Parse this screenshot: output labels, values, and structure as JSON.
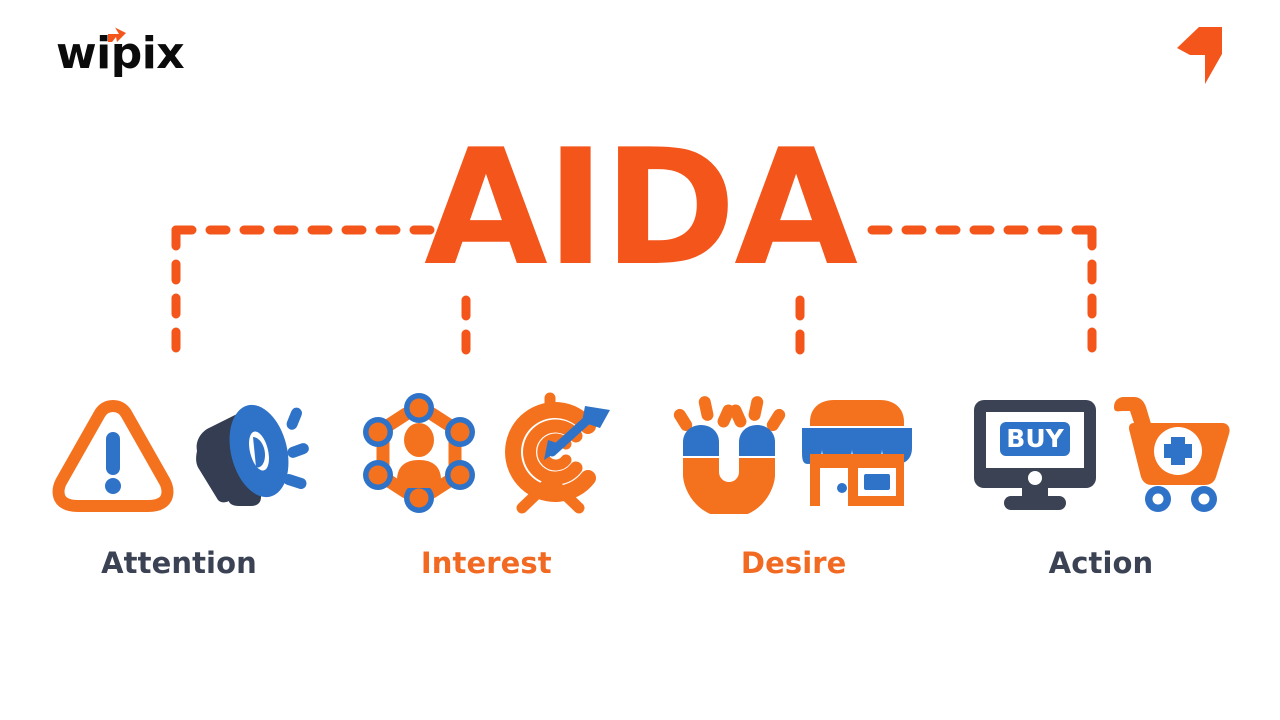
{
  "brand": {
    "wordmark": "wipix",
    "accent_color": "#f4551a",
    "wordmark_color": "#0b0b0b",
    "corner_mark_name": "wipix-arrow-mark",
    "corner_mark_color": "#f4551a"
  },
  "title": {
    "text": "AIDA",
    "color": "#f4551a"
  },
  "connectors": {
    "color": "#f4551a",
    "style": "dashed"
  },
  "theme": {
    "orange": "#f4721e",
    "orange_deep": "#f4551a",
    "blue": "#2f73c8",
    "navy": "#3a4253",
    "white": "#ffffff",
    "background": "#ffffff"
  },
  "stages": [
    {
      "id": "attention",
      "label": "Attention",
      "label_color": "#3a4253",
      "icons": [
        "warning-triangle-icon",
        "megaphone-icon"
      ]
    },
    {
      "id": "interest",
      "label": "Interest",
      "label_color": "#f26a22",
      "icons": [
        "network-people-icon",
        "target-arrow-icon"
      ]
    },
    {
      "id": "desire",
      "label": "Desire",
      "label_color": "#f26a22",
      "icons": [
        "magnet-icon",
        "storefront-icon"
      ]
    },
    {
      "id": "action",
      "label": "Action",
      "label_color": "#3a4253",
      "icons": [
        "monitor-buy-icon",
        "shopping-cart-plus-icon"
      ],
      "screen_button_text": "BUY"
    }
  ]
}
